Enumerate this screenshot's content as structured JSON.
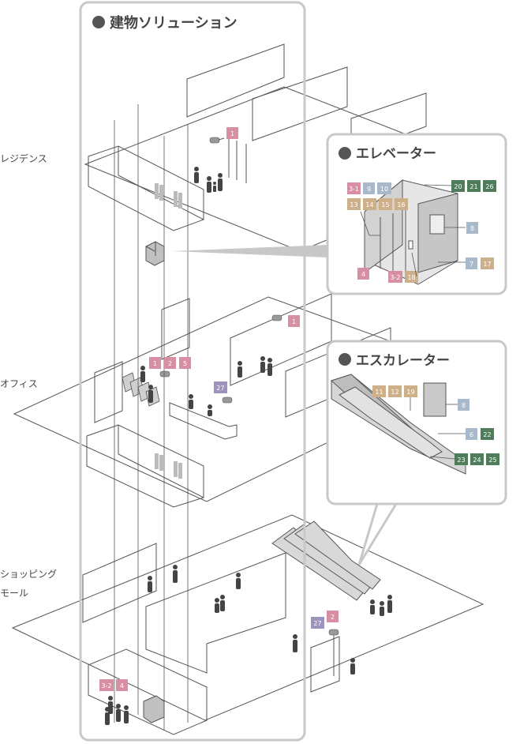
{
  "titles": {
    "building": "建物ソリューション",
    "elevator": "エレベーター",
    "escalator": "エスカレーター"
  },
  "floors": {
    "residence": "レジデンス",
    "office": "オフィス",
    "shopping_line1": "ショッピング",
    "shopping_line2": "モール"
  },
  "colors": {
    "pink": "#d88fa4",
    "tan": "#cdb08a",
    "blue": "#a8b9cc",
    "green": "#4f7d5b",
    "purple": "#9d93bd",
    "frame": "#c8c8c8",
    "line": "#555555"
  },
  "badges": {
    "res_cam": "1",
    "off_cam": "1",
    "off_gate1": "1",
    "off_gate2": "2",
    "off_gate3": "5",
    "off_27": "27",
    "mall_27": "27",
    "mall_2": "2",
    "mall_32": "3-2",
    "mall_4": "4",
    "el_31": "3-1",
    "el_9": "9",
    "el_10": "10",
    "el_20": "20",
    "el_21": "21",
    "el_26": "26",
    "el_13": "13",
    "el_14": "14",
    "el_15": "15",
    "el_16": "16",
    "el_8": "8",
    "el_7": "7",
    "el_17": "17",
    "el_4": "4",
    "el_32": "3-2",
    "el_18": "18",
    "es_11": "11",
    "es_12": "12",
    "es_19": "19",
    "es_8": "8",
    "es_6": "6",
    "es_22": "22",
    "es_23": "23",
    "es_24": "24",
    "es_25": "25"
  }
}
